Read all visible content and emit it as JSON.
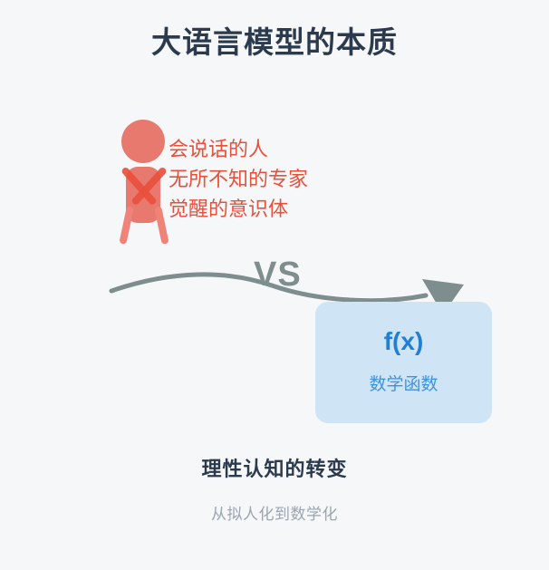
{
  "background_color": "#f6f7f9",
  "header": {
    "title": "大语言模型的本质"
  },
  "comparison": {
    "left": {
      "figure_icon": "person-figure-icon",
      "accent_color": "#e8503c",
      "figure_color": "#e8796e",
      "claims": [
        "会说话的人",
        "无所不知的专家",
        "觉醒的意识体"
      ]
    },
    "connector": {
      "label": "VS",
      "color": "#7e8d8d",
      "arrow_icon": "curved-arrow-icon"
    },
    "right": {
      "box_color": "#cfe4f5",
      "title": "f(x)",
      "title_color": "#1f7fd4",
      "subtitle": "数学函数",
      "subtitle_color": "#3d93dd"
    }
  },
  "footer": {
    "title": "理性认知的转变",
    "subtitle": "从拟人化到数学化"
  }
}
